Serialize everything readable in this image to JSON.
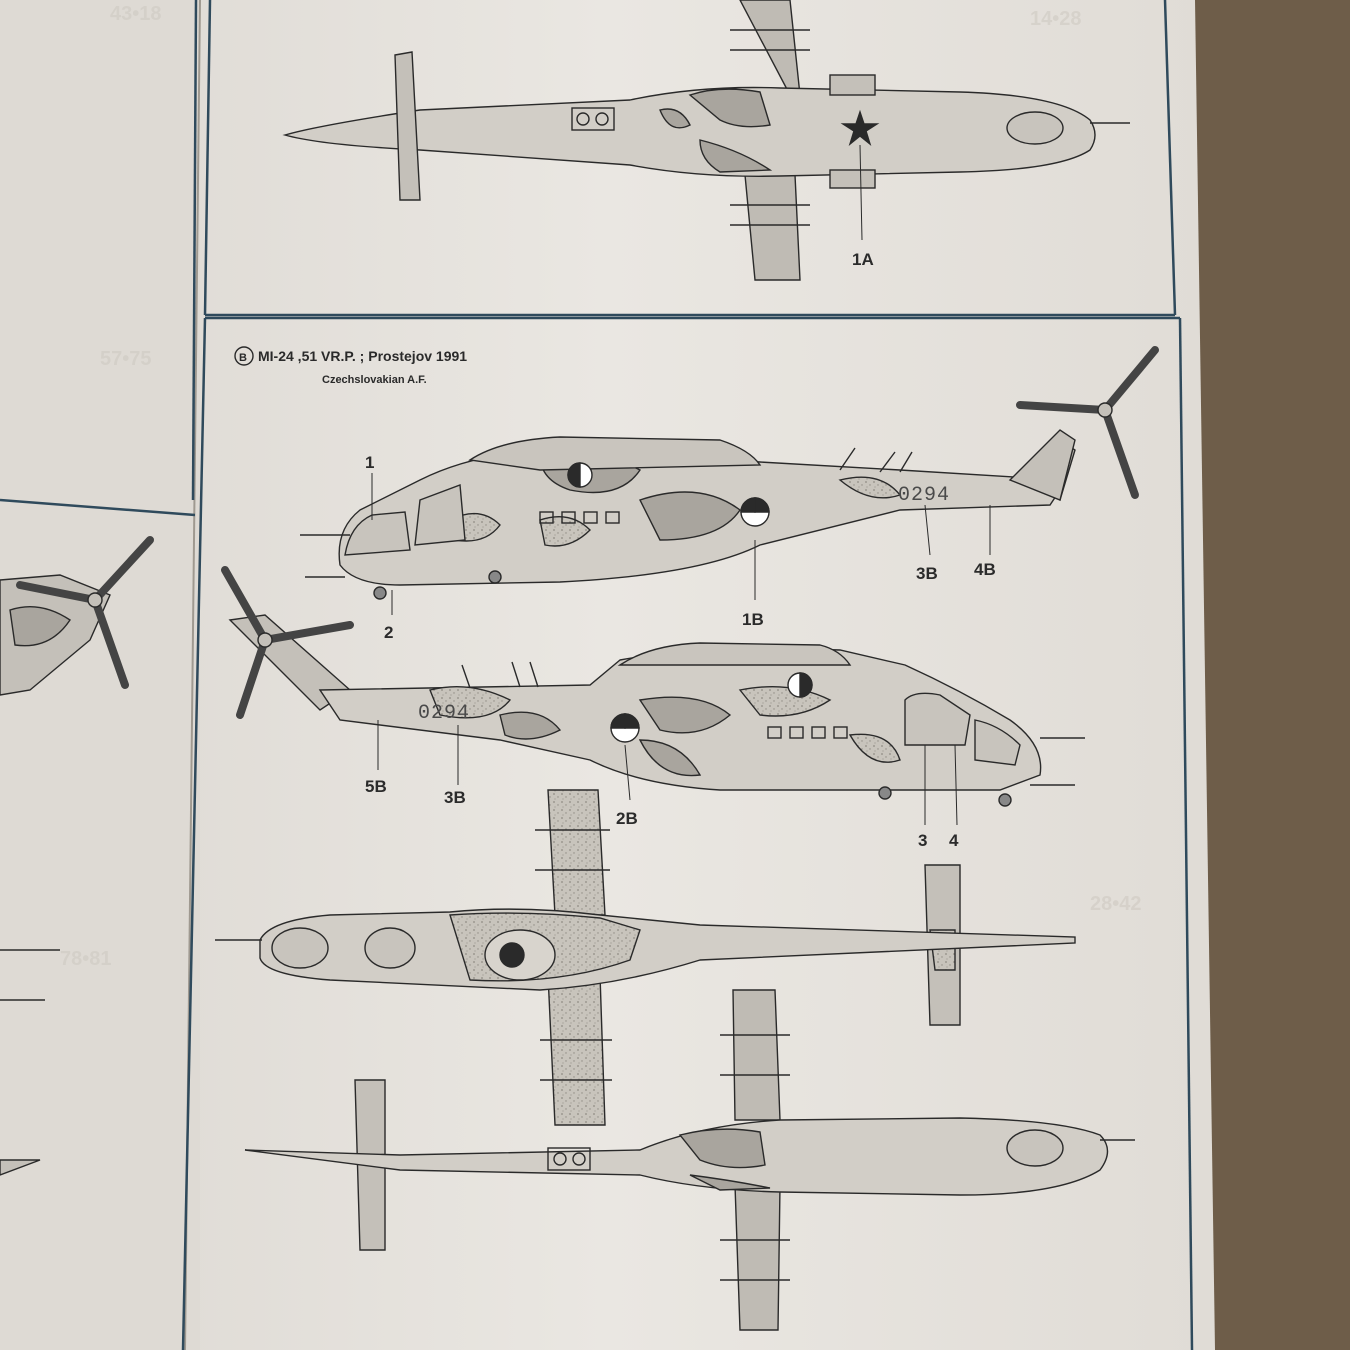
{
  "section": {
    "badge": "B",
    "title": "MI-24 ,51 VR.P. ; Prostejov 1991",
    "subtitle": "Czechslovakian A.F."
  },
  "top_view_callout": "1A",
  "side_view_1": {
    "serial": "0294",
    "callouts": [
      "1",
      "2",
      "1B",
      "3B",
      "4B"
    ]
  },
  "side_view_2": {
    "serial": "0294",
    "callouts": [
      "5B",
      "3B",
      "2B",
      "3",
      "4"
    ]
  },
  "background_ghost_labels": [
    "14•28",
    "43•18",
    "57•75",
    "28•42",
    "78•81"
  ],
  "colors": {
    "paper": "#e9e6e1",
    "page_shadow": "#8d7f6e",
    "desk": "#4a3b2c",
    "frame": "#2f4a5c",
    "camo_light": "#cfcbc4",
    "camo_dark": "#a8a49d",
    "line": "#2a2a2a"
  }
}
